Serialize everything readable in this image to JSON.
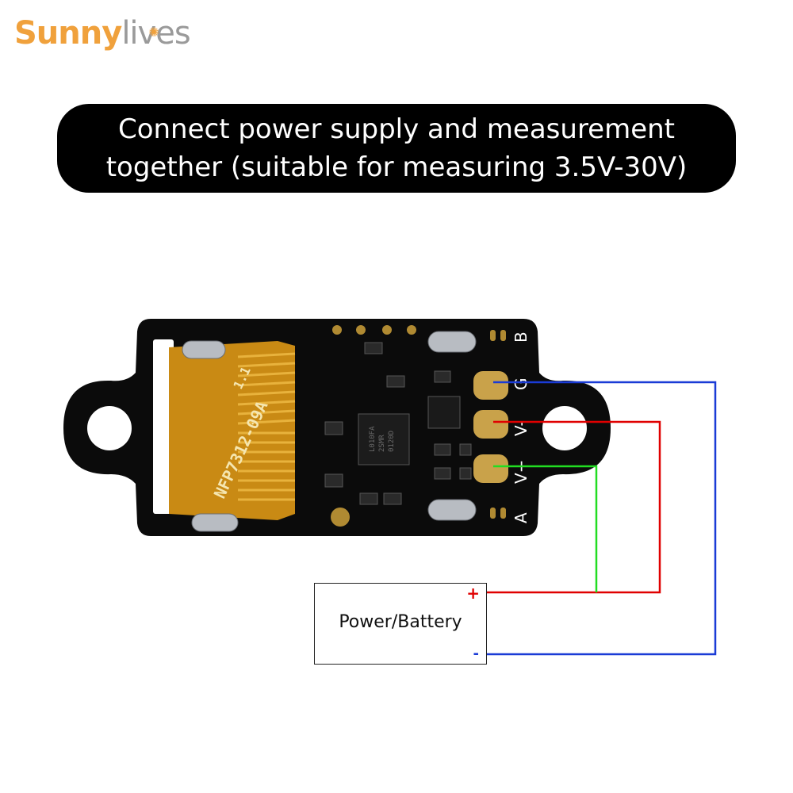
{
  "brand": {
    "part1": "Sunny",
    "part2": "lives"
  },
  "banner": {
    "text": "Connect power supply and measurement together (suitable for measuring 3.5V-30V)"
  },
  "board": {
    "flex_label": "NFP7312-09A",
    "flex_sublabel": "1.1",
    "pin_labels": [
      "B",
      "G",
      "V-",
      "V+",
      "A"
    ],
    "chip_lines": [
      "L010FA",
      "2SMR",
      "0120D"
    ]
  },
  "power_source": {
    "label": "Power/Battery",
    "positive_symbol": "+",
    "negative_symbol": "-"
  },
  "wires": {
    "ground_color": "#1a3bd6",
    "vminus_color": "#e00000",
    "vplus_color": "#22dd22"
  }
}
